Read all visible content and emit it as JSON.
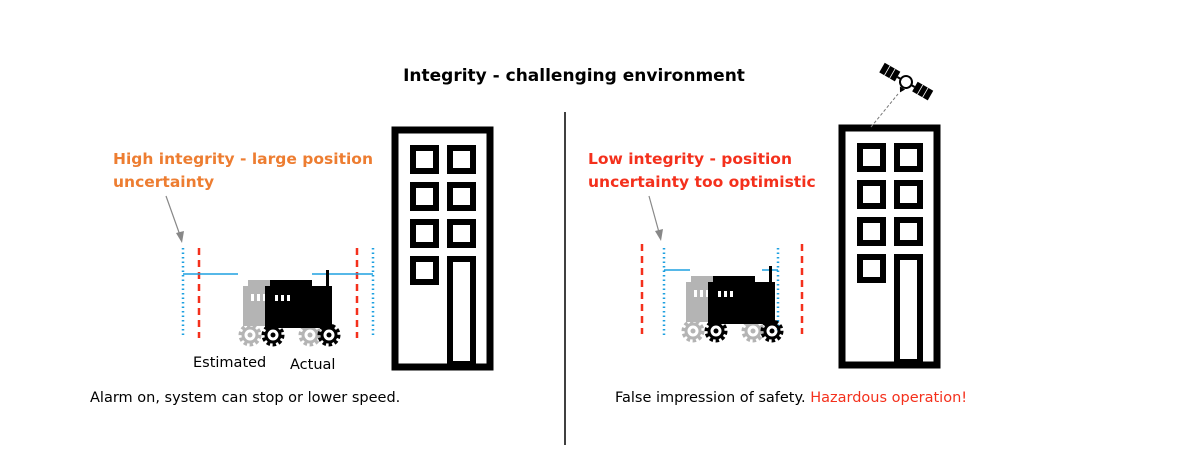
{
  "title": "Integrity - challenging environment",
  "left_panel": {
    "heading_line1": "High integrity - large position",
    "heading_line2": "uncertainty",
    "label_estimated": "Estimated",
    "label_actual": "Actual",
    "caption": "Alarm on, system can stop or lower speed."
  },
  "right_panel": {
    "heading_line1": "Low integrity - position",
    "heading_line2": "uncertainty too optimistic",
    "caption_normal": "False impression of safety. ",
    "caption_alert": "Hazardous operation!"
  },
  "colors": {
    "orange": "#ed7d31",
    "red": "#f4301c",
    "blue": "#1ea0e0",
    "black": "#000000",
    "grey": "#b4b4b4"
  },
  "icons": [
    "building-icon",
    "robot-icon",
    "satellite-icon",
    "arrow-icon"
  ]
}
